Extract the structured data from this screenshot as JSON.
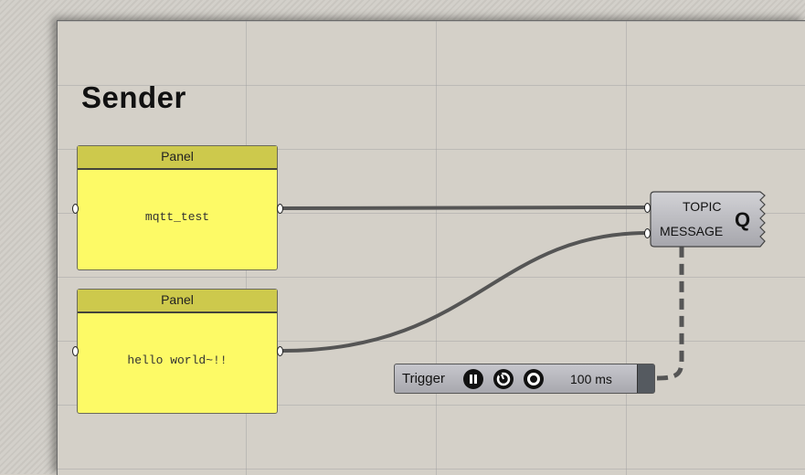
{
  "group": {
    "title": "Sender"
  },
  "panels": [
    {
      "header": "Panel",
      "text": "mqtt_test"
    },
    {
      "header": "Panel",
      "text": "hello world~!!"
    }
  ],
  "component": {
    "inputs": [
      "TOPIC",
      "MESSAGE"
    ],
    "icon_letter": "Q",
    "icon": "mqtt-publish-icon"
  },
  "trigger": {
    "label": "Trigger",
    "buttons": [
      "pause-icon",
      "reset-icon",
      "record-icon"
    ],
    "interval": "100 ms"
  },
  "colors": {
    "canvas": "#d4d0c8",
    "panel_fill": "#fdfa66",
    "panel_header": "#cdc94c",
    "wire": "#555555",
    "component": "#b9b9bd"
  }
}
